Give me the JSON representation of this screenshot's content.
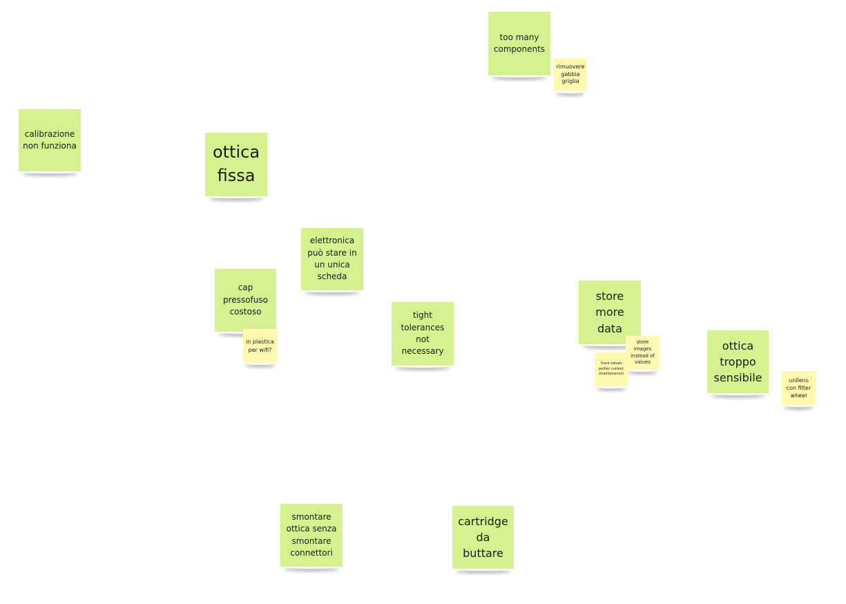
{
  "board": {
    "notes": [
      {
        "text": "too many components",
        "color": "#d5f18f"
      },
      {
        "text": "rimuovere gabbia griglia",
        "color": "#fff9b1"
      },
      {
        "text": "calibrazione non funziona",
        "color": "#d5f18f"
      },
      {
        "text": "ottica fissa",
        "color": "#d5f18f"
      },
      {
        "text": "elettronica può stare in un unica scheda",
        "color": "#d5f18f"
      },
      {
        "text": "cap pressofuso costoso",
        "color": "#d5f18f"
      },
      {
        "text": "in plastica per wifi?",
        "color": "#fff9b1"
      },
      {
        "text": "tight tolerances not necessary",
        "color": "#d5f18f"
      },
      {
        "text": "store more data",
        "color": "#d5f18f"
      },
      {
        "text": "store images instead of values",
        "color": "#fff9b1"
      },
      {
        "text": "track values peltier current (maintenance)",
        "color": "#fff9b1"
      },
      {
        "text": "ottica troppo sensibile",
        "color": "#d5f18f"
      },
      {
        "text": "unilens con filter wheel",
        "color": "#fff9b1"
      },
      {
        "text": "smontare ottica senza smontare connettori",
        "color": "#d5f18f"
      },
      {
        "text": "cartridge da buttare",
        "color": "#d5f18f"
      }
    ]
  }
}
